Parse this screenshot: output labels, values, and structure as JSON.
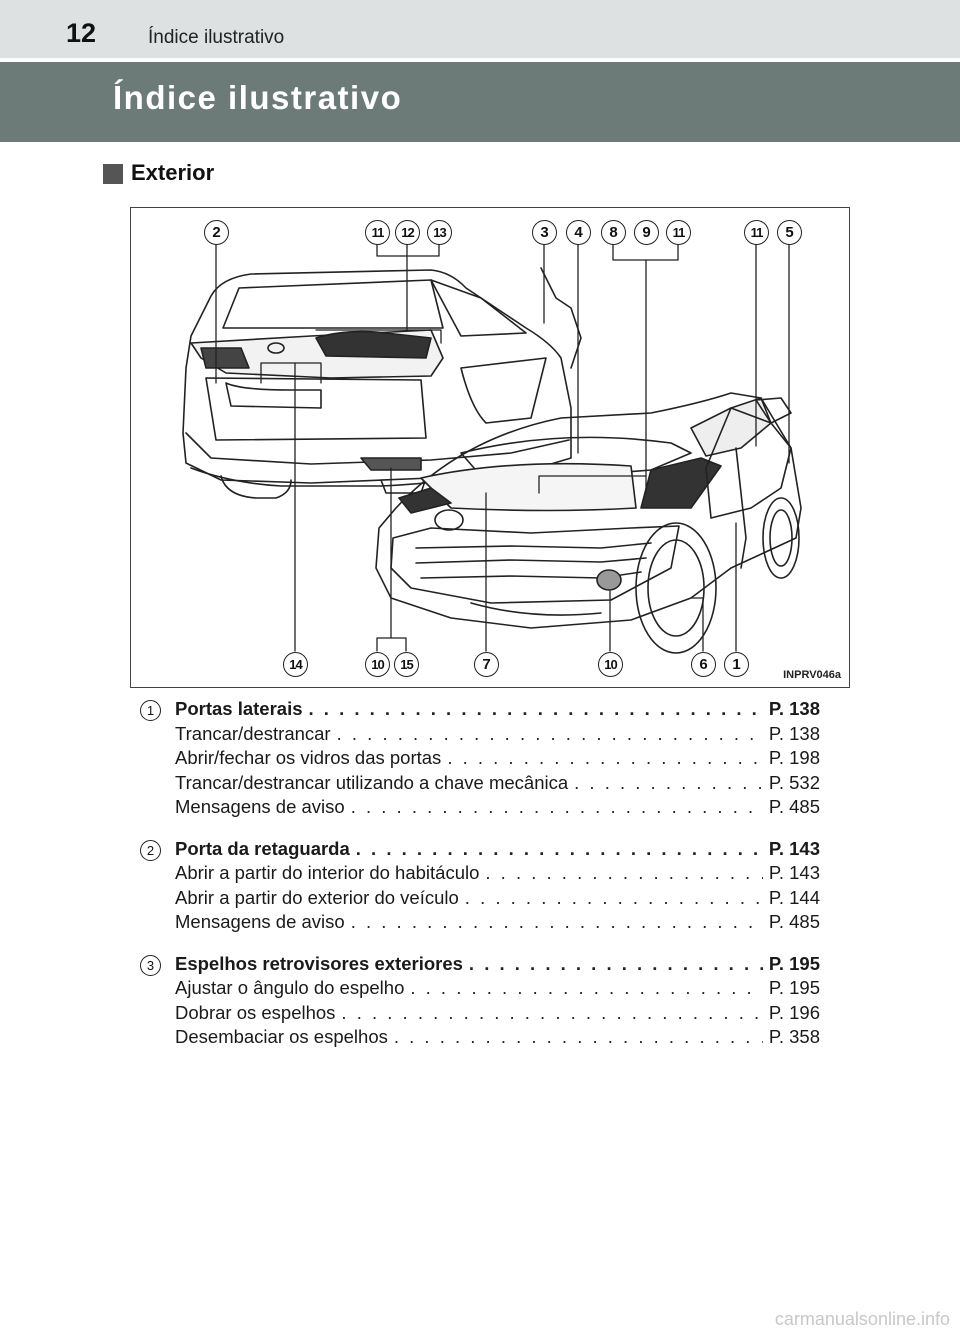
{
  "header": {
    "page_number": "12",
    "running_title": "Índice ilustrativo"
  },
  "title": "Índice ilustrativo",
  "section": {
    "heading": "Exterior"
  },
  "figure": {
    "code": "INPRV046a",
    "callouts_top": [
      "2",
      "11",
      "12",
      "13",
      "3",
      "4",
      "8",
      "9",
      "11",
      "11",
      "5"
    ],
    "callouts_bottom": [
      "14",
      "10",
      "15",
      "7",
      "10",
      "6",
      "1"
    ]
  },
  "entries": [
    {
      "num": "1",
      "title": "Portas laterais",
      "page": "P. 138",
      "subs": [
        {
          "text": "Trancar/destrancar",
          "page": "P. 138"
        },
        {
          "text": "Abrir/fechar os vidros das portas",
          "page": "P. 198"
        },
        {
          "text": "Trancar/destrancar utilizando a chave mecânica",
          "page": "P. 532"
        },
        {
          "text": "Mensagens de aviso",
          "page": "P. 485"
        }
      ]
    },
    {
      "num": "2",
      "title": "Porta da retaguarda",
      "page": "P. 143",
      "subs": [
        {
          "text": "Abrir a partir do interior do habitáculo",
          "page": "P. 143"
        },
        {
          "text": "Abrir a partir do exterior do veículo",
          "page": "P. 144"
        },
        {
          "text": "Mensagens de aviso",
          "page": "P. 485"
        }
      ]
    },
    {
      "num": "3",
      "title": "Espelhos retrovisores exteriores",
      "page": "P. 195",
      "subs": [
        {
          "text": "Ajustar o ângulo do espelho",
          "page": "P. 195"
        },
        {
          "text": "Dobrar os espelhos",
          "page": "P. 196"
        },
        {
          "text": "Desembaciar os espelhos",
          "page": "P. 358"
        }
      ]
    }
  ],
  "watermark": "carmanualsonline.info"
}
